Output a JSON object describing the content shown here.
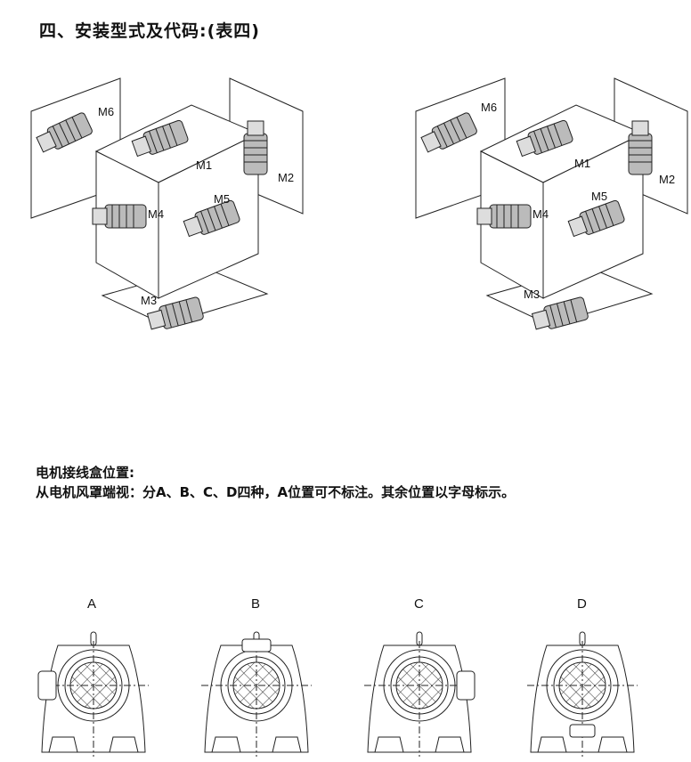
{
  "title": "四、安装型式及代码:(表四)",
  "mounting_left": {
    "labels": [
      "M6",
      "M1",
      "M2",
      "M4",
      "M5",
      "M3"
    ]
  },
  "mounting_right": {
    "labels": [
      "M6",
      "M1",
      "M2",
      "M4",
      "M5",
      "M3"
    ]
  },
  "terminal_box": {
    "heading": "电机接线盒位置:",
    "description": "从电机风罩端视：分A、B、C、D四种，A位置可不标注。其余位置以字母标示。",
    "positions": [
      "A",
      "B",
      "C",
      "D"
    ]
  }
}
